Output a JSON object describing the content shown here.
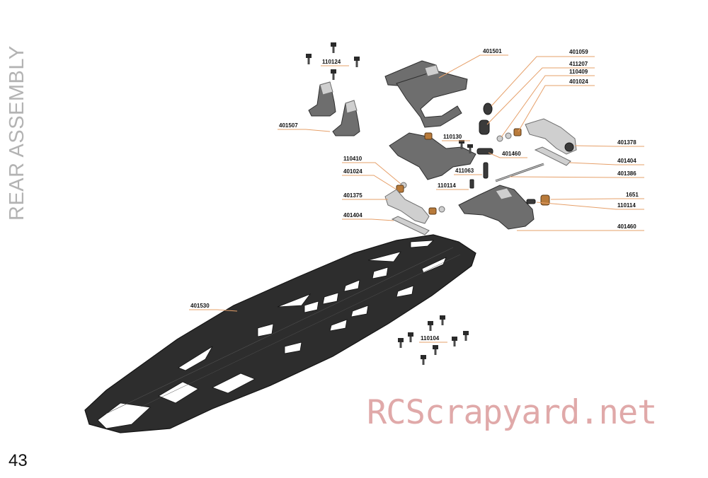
{
  "page": {
    "side_title": "REAR ASSEMBLY",
    "page_number": "43",
    "watermark": "RCScrapyard.net"
  },
  "parts": [
    {
      "id": "p110124",
      "label": "110124"
    },
    {
      "id": "p401501",
      "label": "401501"
    },
    {
      "id": "p401059",
      "label": "401059"
    },
    {
      "id": "p411207",
      "label": "411207"
    },
    {
      "id": "p110409",
      "label": "110409"
    },
    {
      "id": "p401024a",
      "label": "401024"
    },
    {
      "id": "p401507",
      "label": "401507"
    },
    {
      "id": "p110130",
      "label": "110130"
    },
    {
      "id": "p401460a",
      "label": "401460"
    },
    {
      "id": "p401378",
      "label": "401378"
    },
    {
      "id": "p401404a",
      "label": "401404"
    },
    {
      "id": "p411063",
      "label": "411063"
    },
    {
      "id": "p110410",
      "label": "110410"
    },
    {
      "id": "p401386",
      "label": "401386"
    },
    {
      "id": "p401024b",
      "label": "401024"
    },
    {
      "id": "p110114a",
      "label": "110114"
    },
    {
      "id": "p401375",
      "label": "401375"
    },
    {
      "id": "p1651",
      "label": "1651"
    },
    {
      "id": "p110114b",
      "label": "110114"
    },
    {
      "id": "p401404b",
      "label": "401404"
    },
    {
      "id": "p401460b",
      "label": "401460"
    },
    {
      "id": "p401530",
      "label": "401530"
    },
    {
      "id": "p110104",
      "label": "110104"
    }
  ]
}
